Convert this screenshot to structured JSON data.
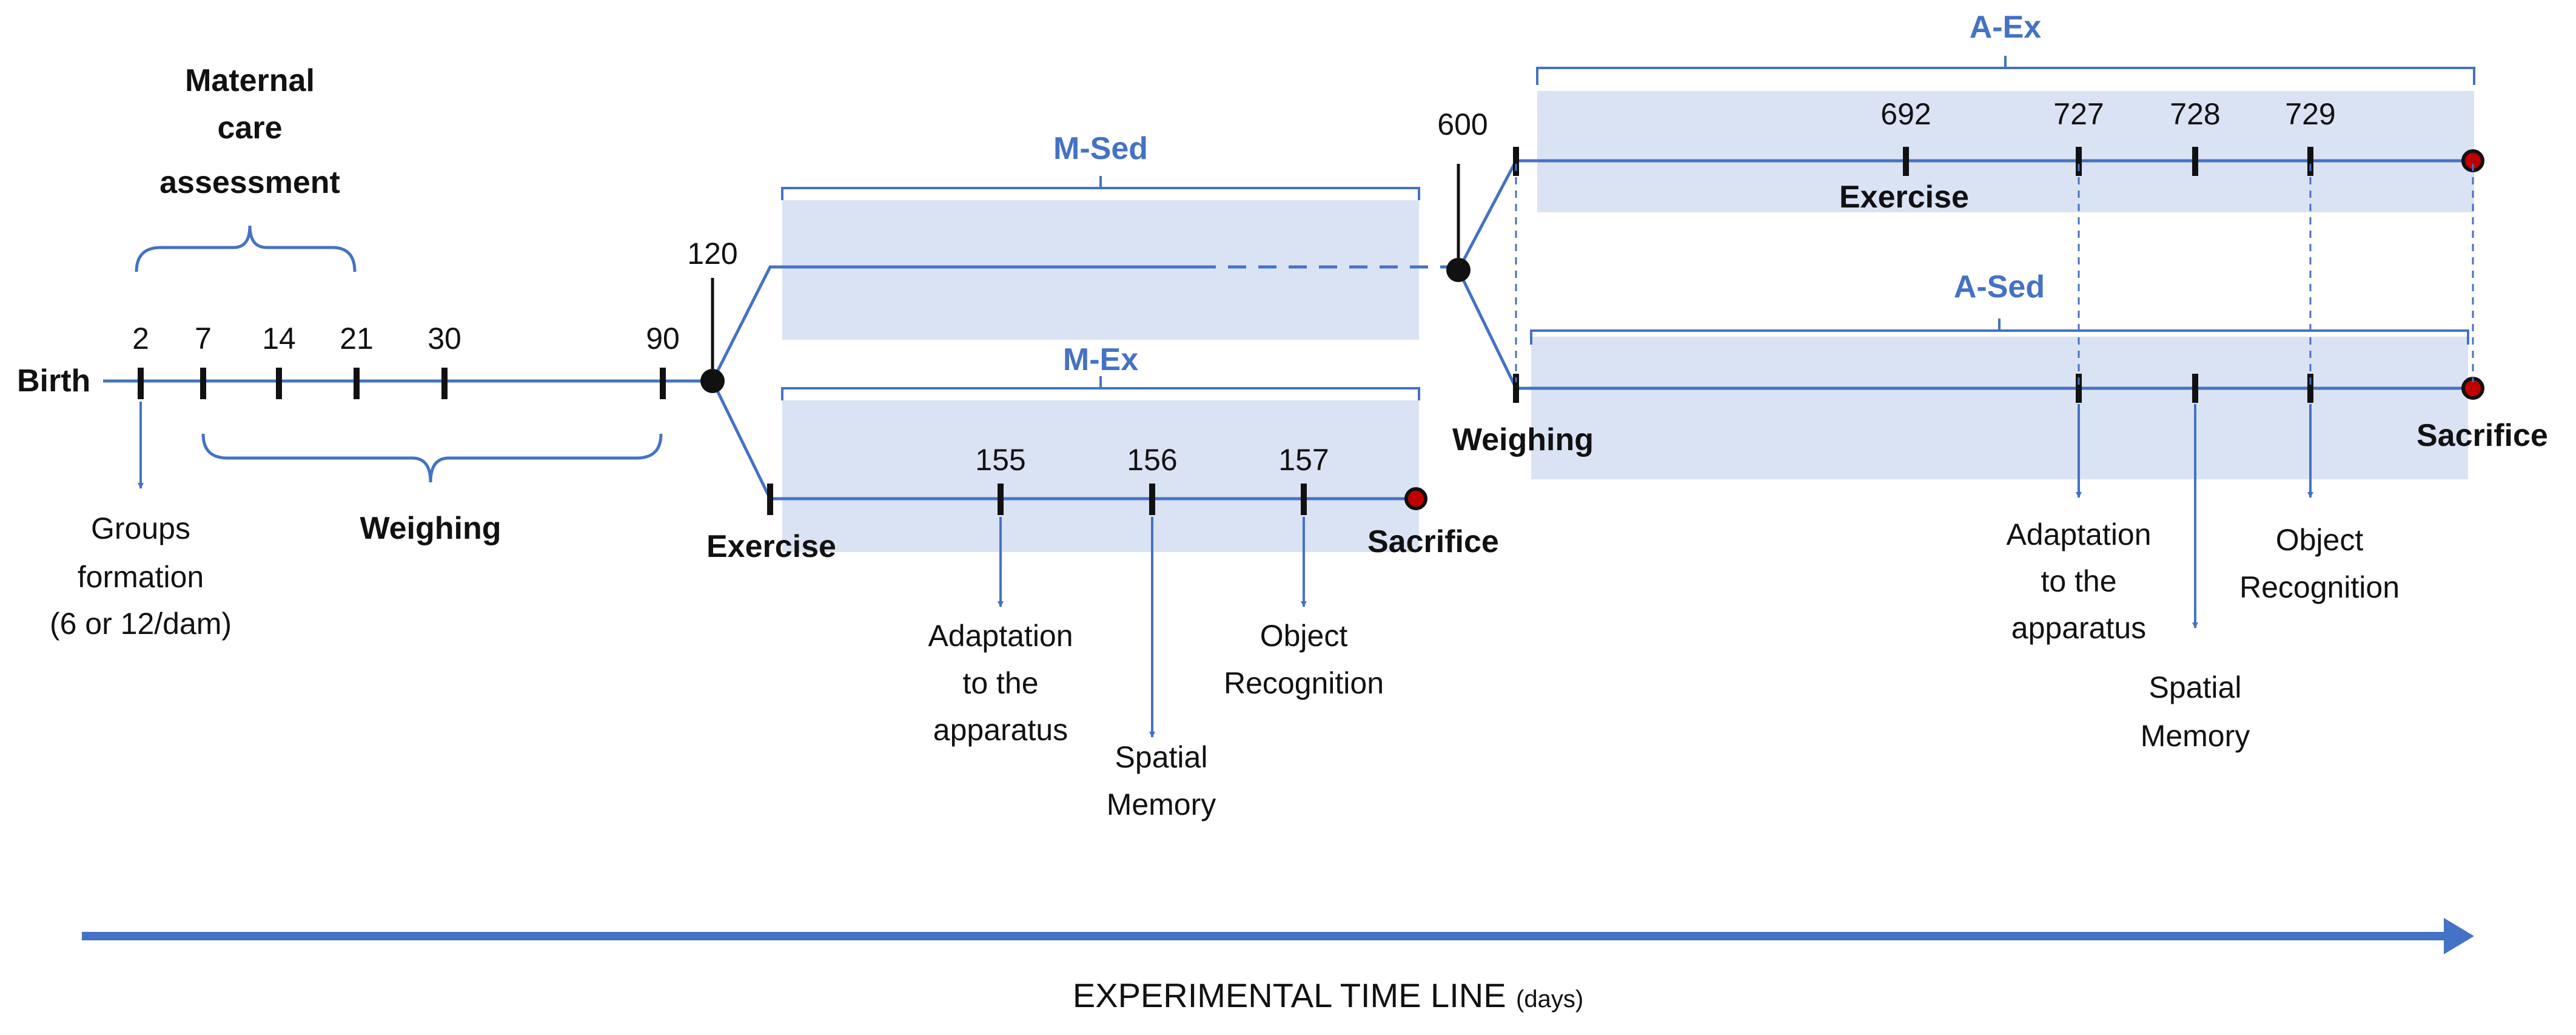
{
  "colors": {
    "line": "#4472c4",
    "band": "#dae3f3",
    "group_label": "#4472c4",
    "text": "#111111",
    "end_dot": "#c00000"
  },
  "labels": {
    "birth": "Birth",
    "maternal_care": [
      "Maternal",
      "care",
      "assessment"
    ],
    "groups_formation": [
      "Groups",
      "formation",
      "(6 or 12/dam)"
    ],
    "weighing_early": "Weighing",
    "exercise_m": "Exercise",
    "sacrifice_m": "Sacrifice",
    "weighing_late": "Weighing",
    "exercise_a": "Exercise",
    "sacrifice_a": "Sacrifice"
  },
  "groups": {
    "m_sed": "M-Sed",
    "m_ex": "M-Ex",
    "a_ex": "A-Ex",
    "a_sed": "A-Sed"
  },
  "days": {
    "d2": "2",
    "d7": "7",
    "d14": "14",
    "d21": "21",
    "d30": "30",
    "d90": "90",
    "d120": "120",
    "d155": "155",
    "d156": "156",
    "d157": "157",
    "d600": "600",
    "d692": "692",
    "d727": "727",
    "d728": "728",
    "d729": "729"
  },
  "tests_m": {
    "adaptation": [
      "Adaptation",
      "to the",
      "apparatus"
    ],
    "spatial": [
      "Spatial",
      "Memory"
    ],
    "object": [
      "Object",
      "Recognition"
    ]
  },
  "tests_a": {
    "adaptation": [
      "Adaptation",
      "to the",
      "apparatus"
    ],
    "spatial": [
      "Spatial",
      "Memory"
    ],
    "object": [
      "Object",
      "Recognition"
    ]
  },
  "timeline": {
    "title": "EXPERIMENTAL TIME LINE",
    "unit": "(days)"
  }
}
